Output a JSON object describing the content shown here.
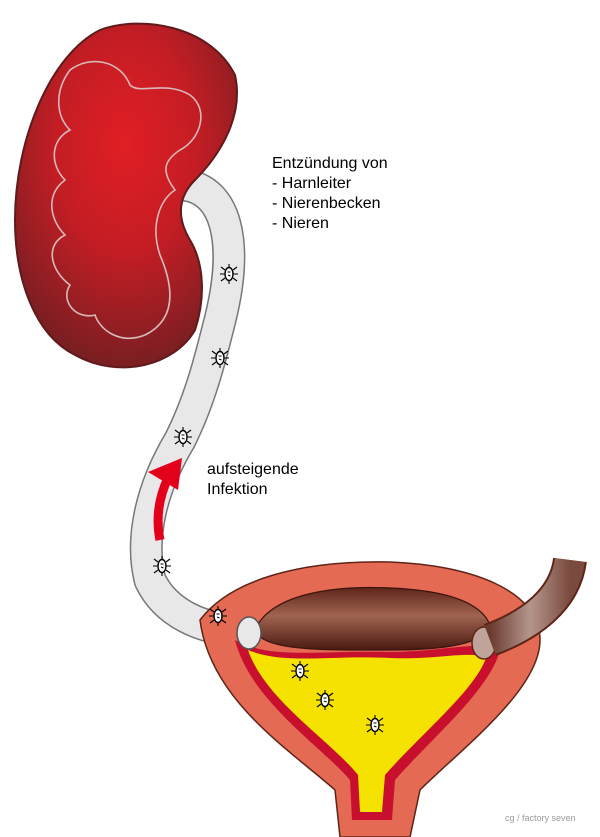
{
  "labels": {
    "inflammation_title": "Entzündung von",
    "inflammation_items": [
      "- Harnleiter",
      "- Nierenbecken",
      "- Nieren"
    ],
    "infection_line1": "aufsteigende",
    "infection_line2": "Infektion"
  },
  "credit": "cg / factory seven",
  "colors": {
    "kidney_dark": "#7a1f24",
    "kidney_bright": "#e01f24",
    "ureter_fill": "#e8e8e8",
    "bladder_outer": "#e46a53",
    "bladder_wall": "#c8102e",
    "urine": "#f5e200",
    "bladder_roof": "#6e2a1e",
    "arrow": "#e3001b",
    "ureter_brown": "#8a4a3a"
  },
  "icons": {
    "bacterium": "bacterium-icon",
    "arrow": "up-arrow-icon"
  }
}
